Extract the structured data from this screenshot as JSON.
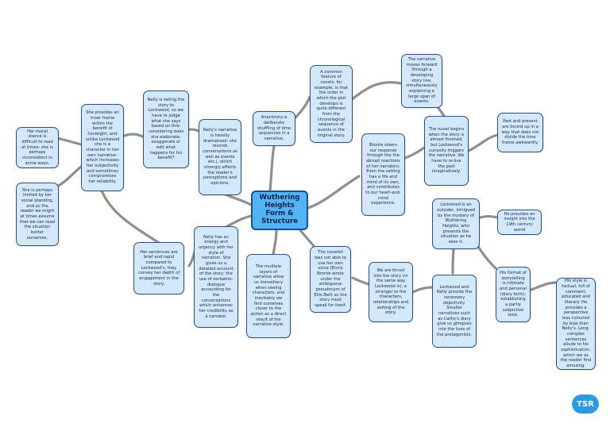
{
  "central": {
    "title": "Wuthering Heights Form & Structure"
  },
  "logo": {
    "text": "TSR"
  },
  "nodes": {
    "moral_stance": "Her moral stance is difficult to read at times- she is perhaps inconsistent in some ways.",
    "social_standing": "She is perhaps limited by her social standing, and so the reader we might at times assume that we can read the situation better ourselves.",
    "inner_frame": "She provides an inner frame within the benefit of hindsight, and unlike Lockwood she is a character in her own narrative- which increases her subjectivity and sometimes compromises her reliability.",
    "nelly_telling": "Nelly is telling the story to Lockwood, so we have to judge what she says based on this- considering does she elaborate, exaggerate or edit what happens for his benefit?",
    "dramatised": "Nelly's narrative is heavily dramatised: she records conversations as well as events etc.), which strongly affects the reader's perceptions and opinions.",
    "anachrony": "Anachrony-a deliberate shuffling of time sequences in a narrative.",
    "common_feature": "A common feature of novels, for example, is that the order in which the plot develops is quite different from the chronological sequence of events in the original story.",
    "moves_forward": "The narrative moves forward through a developing story line, simultaneously explaining a large span of events.",
    "story_finished": "The novel begins when the story is almost finished, but Lockwood's curiosity triggers the narrative. We have to re-live the past imaginatively.",
    "past_present": "Past and present are bound up in a way that does not divide the time frame awkwardly.",
    "bronte_steers": "Bronte steers our response through the the abrupt reactions of her narrators. Even the setting has a life and mind of its own, and contributes to our heart-and-mind experience.",
    "lockwood_outsider": "Lockwood is an outsider, intrigued by the mystery of Wuthering Heights, who presents the situation as he sees it.",
    "insight_19th": "He provides an insight into the 19th century world",
    "storytelling_format": "His format of storytelling is intimate and personal (diary form), establishing a partly subjective tone.",
    "his_style": "His style is factual, full of comment, educated and literary. He provides a perspective less coloured by bias than Nelly's. Long, complex sentences allude to his sophistication, which we as the reader find amusing.",
    "objectivity": "Lockwood and Nelly provide the necessary objectivity. Smaller narratives such as Cathy's diary give us glimpses into the lives of the protagonists.",
    "thrust_into": "We are thrust into the story (in the same way Lockwood is), a stranger to the characters, relationships and setting of the story.",
    "novelist": "The novelist was not able to use her own voice (Emily Bronte wrote under the ambiguous pseudonym of Ellis Bell) so the story must speak for itself.",
    "multiple_layers": "The multiple layers of narrative allow us immediacy when seeing characters, and inevitably we find ourselves closer to the action as a direct result of the narrative style.",
    "energy_urgency": "Nelly has an energy and urgency with her style of narration. She gives us a detailed account of the story; the use of verbatim-dialogue accounting for the conversations which enhances her credibility as a narrator.",
    "sentences": "Her sentences are brief and rapid compared to Lockwood's, they convey her depth of engagement in the story."
  }
}
